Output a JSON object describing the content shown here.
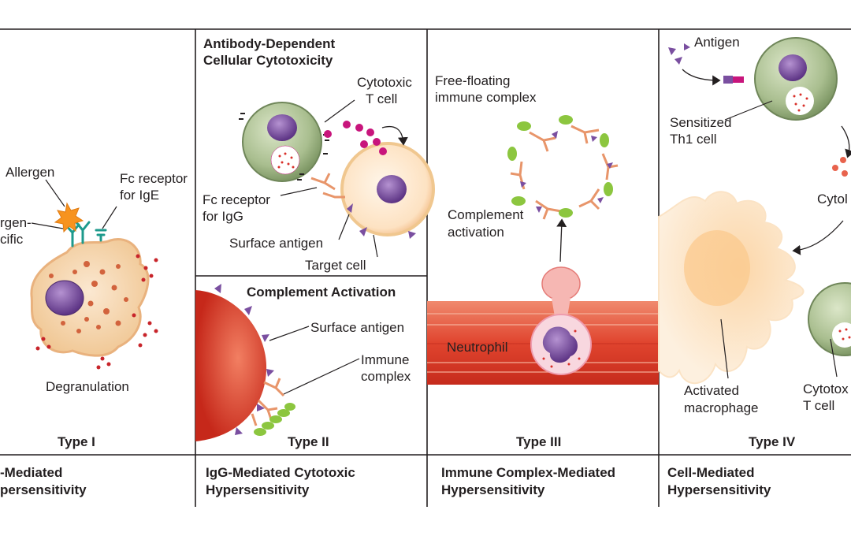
{
  "panels": {
    "type1": {
      "type_label": "Type I",
      "title_line1": "-Mediated",
      "title_line2": "persensitivity",
      "labels": {
        "allergen": "Allergen",
        "fc_receptor_1": "Fc receptor",
        "fc_receptor_2": "for IgE",
        "allergen_specific_1": "rgen-",
        "allergen_specific_2": "cific",
        "degranulation": "Degranulation"
      }
    },
    "type2": {
      "type_label": "Type II",
      "title_line1": "IgG-Mediated Cytotoxic",
      "title_line2": "Hypersensitivity",
      "adcc": {
        "heading_line1": "Antibody-Dependent",
        "heading_line2": "Cellular Cytotoxicity",
        "cytotoxic_1": "Cytotoxic",
        "cytotoxic_2": "T cell",
        "fc_igg_1": "Fc receptor",
        "fc_igg_2": "for IgG",
        "surface_antigen": "Surface antigen",
        "target_cell": "Target cell"
      },
      "complement": {
        "heading": "Complement Activation",
        "surface_antigen": "Surface antigen",
        "immune_1": "Immune",
        "immune_2": "complex"
      }
    },
    "type3": {
      "type_label": "Type III",
      "title_line1": "Immune Complex-Mediated",
      "title_line2": "Hypersensitivity",
      "labels": {
        "free_1": "Free-floating",
        "free_2": "immune complex",
        "complement_1": "Complement",
        "complement_2": "activation",
        "neutrophil": "Neutrophil"
      }
    },
    "type4": {
      "type_label": "Type IV",
      "title_line1": "Cell-Mediated",
      "title_line2": "Hypersensitivity",
      "labels": {
        "antigen": "Antigen",
        "sensitized_1": "Sensitized",
        "sensitized_2": "Th1 cell",
        "cytokines": "Cytol",
        "activated_1": "Activated",
        "activated_2": "macrophage",
        "cytotoxic_1": "Cytotox",
        "cytotoxic_2": "T cell"
      }
    }
  },
  "colors": {
    "border": "#231f20",
    "tcell_green": "#a9be8f",
    "nucleus_purple": "#7a4fa0",
    "cytokine_magenta": "#c8157c",
    "mast_cell": "#f6d9b8",
    "vessel_red": "#e0442e",
    "complement_green": "#8cc63f",
    "antibody_orange": "#e8956a"
  }
}
